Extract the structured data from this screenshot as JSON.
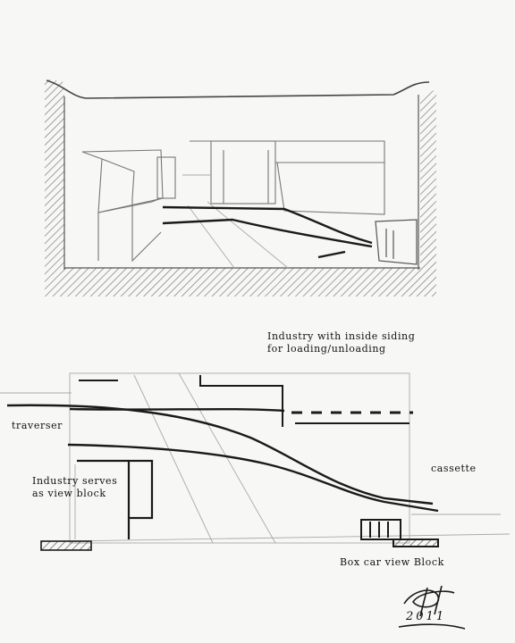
{
  "labels": {
    "industry_siding_line1": "Industry with inside siding",
    "industry_siding_line2": "for loading/unloading",
    "traverser": "traverser",
    "industry_view_block_line1": "Industry serves",
    "industry_view_block_line2": "as view block",
    "cassette": "cassette",
    "boxcar_view_block": "Box car view Block"
  },
  "signature": {
    "year": "2011"
  },
  "colors": {
    "paper": "#f7f7f5",
    "pencil_light": "#9a9a9a",
    "pencil_dark": "#1a1a1a"
  }
}
